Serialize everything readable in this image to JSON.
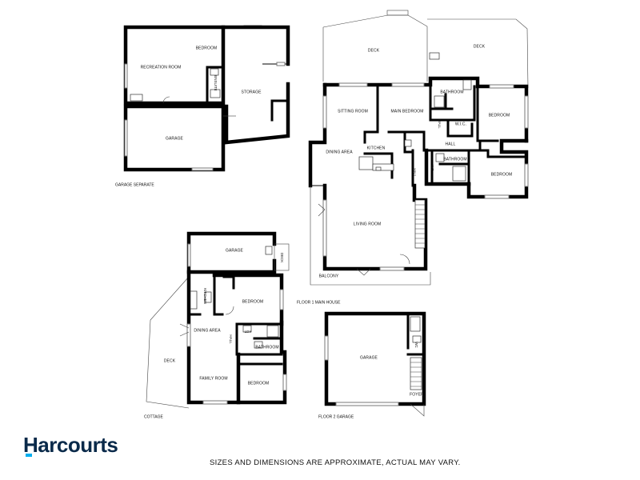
{
  "brand": {
    "name": "Harcourts",
    "accent": "#00aeef",
    "color": "#0a2a4a"
  },
  "disclaimer": "SIZES AND DIMENSIONS ARE APPROXIMATE, ACTUAL MAY VARY.",
  "garage_separate": {
    "caption": "GARAGE SEPARATE",
    "rooms": {
      "bedroom": "BEDROOM",
      "recreation_room": "RECREATION ROOM",
      "ensuite": "ENSUITE",
      "storage": "STORAGE",
      "garage": "GARAGE"
    }
  },
  "floor1": {
    "caption": "FLOOR 1 MAIN HOUSE",
    "rooms": {
      "deck_left": "DECK",
      "deck_right": "DECK",
      "sitting_room": "SITTING ROOM",
      "main_bedroom": "MAIN BEDROOM",
      "bathroom_top": "BATHROOM",
      "wic": "W.I.C.",
      "bedroom_right": "BEDROOM",
      "hall_v": "HALL",
      "hall": "HALL",
      "dining_area": "DINING AREA",
      "kitchen": "KITCHEN",
      "bathroom_mid": "BATHROOM",
      "wc": "WC",
      "hall_2": "HALL",
      "bedroom_lower": "BEDROOM",
      "living_room": "LIVING ROOM",
      "balcony": "BALCONY"
    }
  },
  "cottage": {
    "caption": "COTTAGE",
    "rooms": {
      "garage": "GARAGE",
      "deck_small": "DECK",
      "kitchen": "KITCHEN",
      "bedroom_top": "BEDROOM",
      "dining_area": "DINING AREA",
      "hall": "HALL",
      "laundry": "LDY",
      "bathroom": "BATHROOM",
      "deck": "DECK",
      "family_room": "FAMILY ROOM",
      "bedroom_bottom": "BEDROOM"
    }
  },
  "floor2": {
    "caption": "FLOOR 2 GARAGE",
    "rooms": {
      "garage": "GARAGE",
      "wc": "WC",
      "foyer": "FOYER"
    }
  }
}
